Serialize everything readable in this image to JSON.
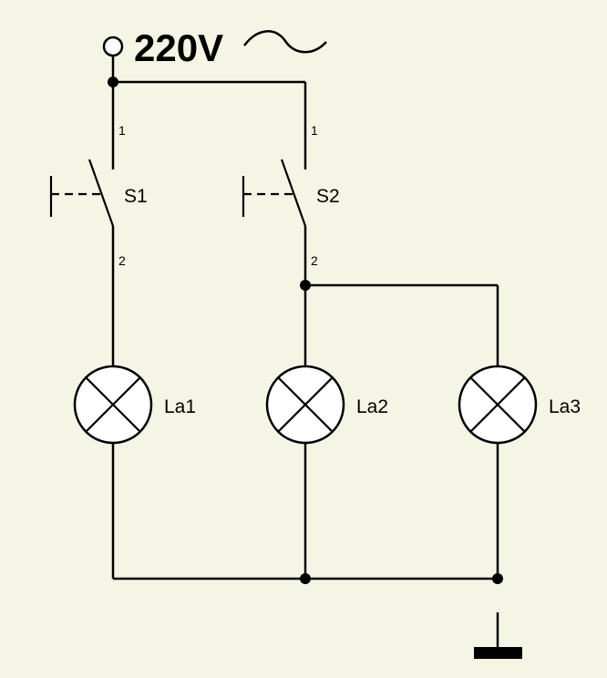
{
  "source": {
    "label": "220V"
  },
  "switches": [
    {
      "name": "S1",
      "pin_in": "1",
      "pin_out": "2"
    },
    {
      "name": "S2",
      "pin_in": "1",
      "pin_out": "2"
    }
  ],
  "lamps": [
    {
      "name": "La1"
    },
    {
      "name": "La2"
    },
    {
      "name": "La3"
    }
  ]
}
